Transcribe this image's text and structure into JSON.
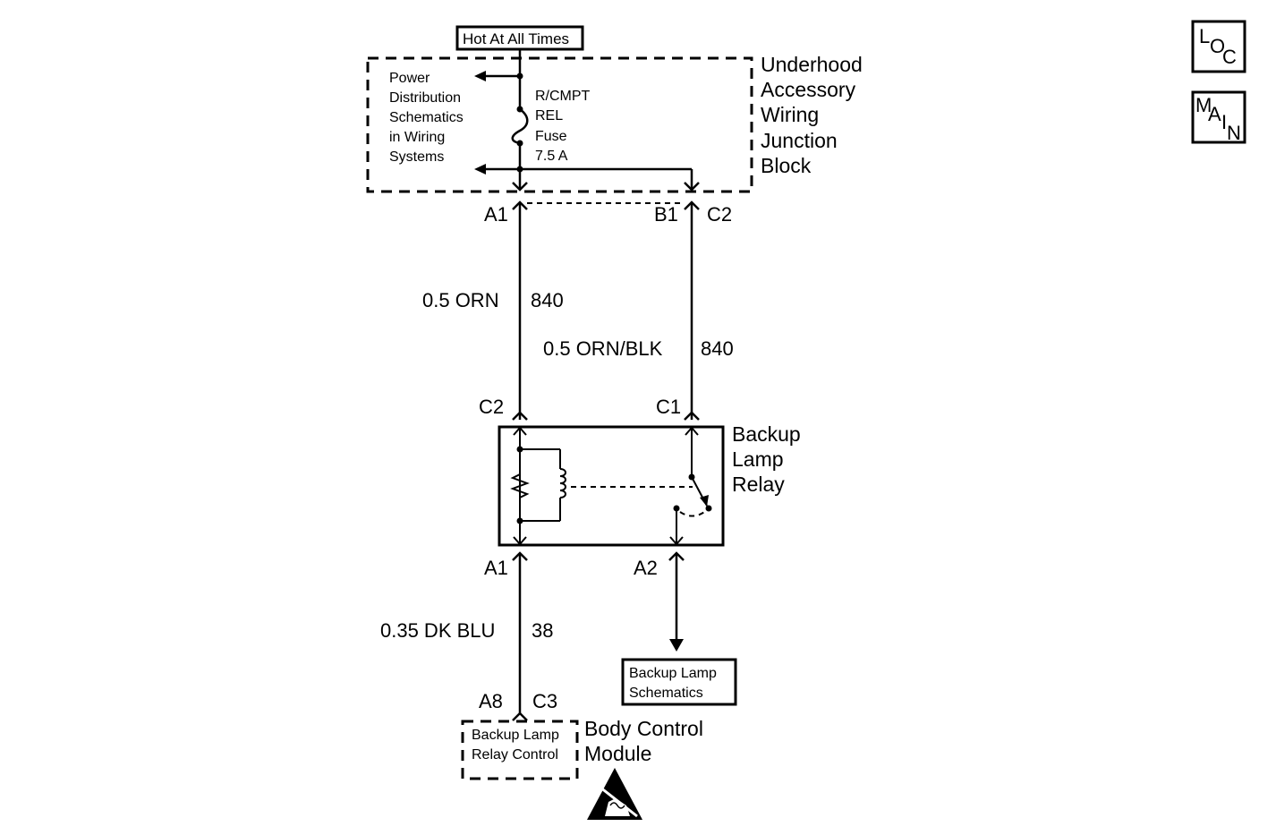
{
  "power_source": {
    "label": "Hot At All Times"
  },
  "junction_block": {
    "name_lines": [
      "Underhood",
      "Accessory",
      "Wiring",
      "Junction",
      "Block"
    ],
    "reference_lines": [
      "Power",
      "Distribution",
      "Schematics",
      "in Wiring",
      "Systems"
    ],
    "fuse_lines": [
      "R/CMPT",
      "REL",
      "Fuse",
      "7.5 A"
    ],
    "connectors": {
      "left": "A1",
      "right_a": "B1",
      "right_b": "C2"
    }
  },
  "circuits": {
    "left_upper": {
      "wire": "0.5 ORN",
      "number": "840"
    },
    "right_upper": {
      "wire": "0.5 ORN/BLK",
      "number": "840"
    },
    "lower": {
      "wire": "0.35 DK BLU",
      "number": "38"
    }
  },
  "relay": {
    "name_lines": [
      "Backup",
      "Lamp",
      "Relay"
    ],
    "connectors": {
      "top_left": "C2",
      "top_right": "C1",
      "bottom_left": "A1",
      "bottom_right": "A2"
    }
  },
  "backup_lamp_ref": {
    "lines": [
      "Backup Lamp",
      "Schematics"
    ]
  },
  "bcm": {
    "connectors": {
      "left": "A8",
      "right": "C3"
    },
    "inner_lines": [
      "Backup Lamp",
      "Relay Control"
    ],
    "name_lines": [
      "Body Control",
      "Module"
    ]
  },
  "nav_buttons": {
    "loc": {
      "letters": [
        "L",
        "O",
        "C"
      ]
    },
    "main": {
      "letters": [
        "M",
        "A",
        "I",
        "N"
      ]
    }
  },
  "icons": {
    "esd": "esd-warning-icon"
  },
  "colors": {
    "ink": "#000000",
    "background": "#ffffff"
  }
}
